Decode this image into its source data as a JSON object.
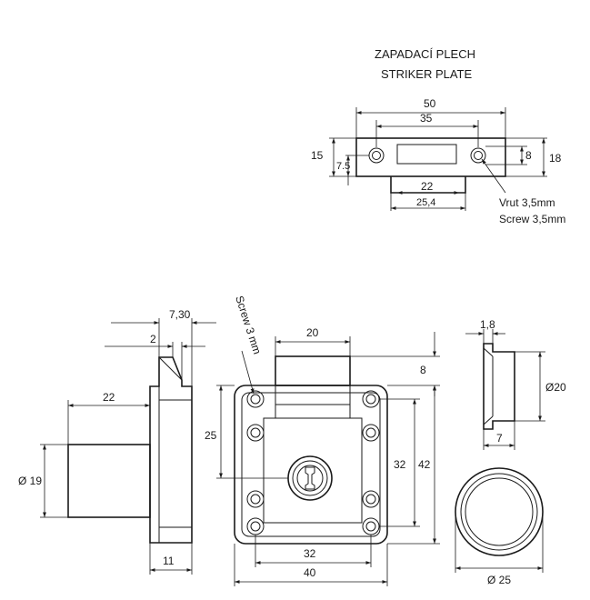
{
  "striker": {
    "title_cz": "ZAPADACÍ PLECH",
    "title_en": "STRIKER PLATE",
    "dim_50": "50",
    "dim_35": "35",
    "dim_15": "15",
    "dim_7_5": "7.5",
    "dim_8": "8",
    "dim_18": "18",
    "dim_22": "22",
    "dim_25_4": "25,4",
    "screw_cz": "Vrut 3,5mm",
    "screw_en": "Screw 3,5mm"
  },
  "side_view": {
    "dim_7_30": "7,30",
    "dim_2": "2",
    "dim_22": "22",
    "dim_19": "Ø 19",
    "dim_11": "11"
  },
  "front_view": {
    "screw_label": "Screw 3 mm",
    "dim_20": "20",
    "dim_8": "8",
    "dim_25": "25",
    "dim_32_v": "32",
    "dim_42": "42",
    "dim_32_h": "32",
    "dim_40": "40"
  },
  "cap_view": {
    "dim_1_8": "1,8",
    "dim_20": "Ø20",
    "dim_7": "7",
    "dim_25": "Ø 25"
  }
}
